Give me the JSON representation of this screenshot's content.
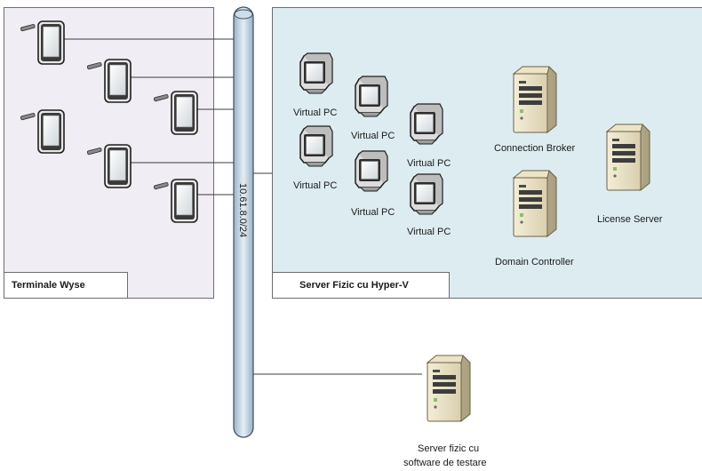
{
  "zones": {
    "wyse_label": "Terminale Wyse",
    "hyperv_label": "Server Fizic cu Hyper-V"
  },
  "network": {
    "subnet": "10.61.8.0/24"
  },
  "virtual_pcs": {
    "label": "Virtual PC"
  },
  "servers": {
    "connection_broker": "Connection Broker",
    "domain_controller": "Domain Controller",
    "license_server": "License Server",
    "test_server_line1": "Server fizic cu",
    "test_server_line2": "software de testare"
  }
}
